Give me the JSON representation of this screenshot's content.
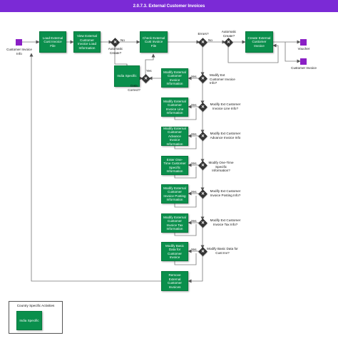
{
  "title": "2.0.7.3. External Customer Invoices",
  "events": {
    "start": "Customer Invoice Info",
    "voucher": "Voucher",
    "customer_invoice": "Customer Invoice"
  },
  "tasks": {
    "load_file": "Load External Cust Invoice File",
    "view_info": "View External Customer Invoice Load Information",
    "check_file": "Check External Cust Invoice File",
    "create_invoice": "Create External Customer Invoice",
    "india_specific": "India Specific",
    "modify_info": "Modify External Customer Invoice Information",
    "modify_lines": "Modify External Customer Invoice Line Information",
    "modify_advance": "Modify External Customer Advance Invoice Information",
    "one_time": "Enter One-Time Customer Specific Information",
    "modify_posting": "Modify External Customer Invoice Posting Information",
    "modify_tax": "Modify External Customer Invoice Tax Information",
    "modify_basic": "Modify Basic Data for Customer Invoice",
    "remove": "Remove External Customer Invoices"
  },
  "gateways": {
    "automatic_create_1": "Automatic Create?",
    "errors": "Errors?",
    "automatic_create_2": "Automatic Create?",
    "data_correct": "Data Correct?",
    "q_invoice": "Modify Ext Customer Invoice Info?",
    "q_lines": "Modify Ext Customer Invoice Line Info?",
    "q_advance": "Modify Ext Customer Advance Invoice Info",
    "q_one_time": "Modify One-Time Specific Information?",
    "q_posting": "Modify Ext Customer Invoice Posting Info?",
    "q_tax": "Modify Ext Customer Invoice Tax Info?",
    "q_basic": "Modify Basic Data for Cust Inv?"
  },
  "edge_labels": {
    "no": "No",
    "yes": "Yes"
  },
  "legend": {
    "title": "Country Specific Activities",
    "item": "India Specific"
  },
  "colors": {
    "title_bar": "#7b2ad6",
    "task": "#0a8f4c",
    "event": "#8a1fc5",
    "gateway": "#333333",
    "line": "#555555"
  }
}
